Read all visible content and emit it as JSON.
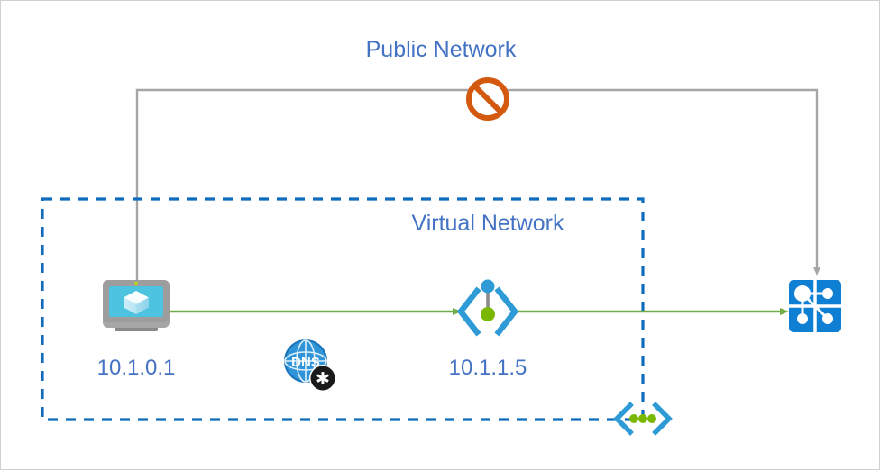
{
  "diagram": {
    "title_public": "Public Network",
    "title_vnet": "Virtual Network",
    "colors": {
      "label_blue": "#4472c4",
      "vnet_dash_blue": "#0f6cbd",
      "traffic_green": "#70ad47",
      "blocked_orange": "#d2590d",
      "connector_gray": "#a6a6a6",
      "azure_blue": "#0078d4",
      "vm_screen": "#4ec3e0",
      "canvas_border": "#d0d0d0"
    },
    "nodes": [
      {
        "id": "virtual-machine",
        "icon": "virtual-machine-icon",
        "label": "10.1.0.1"
      },
      {
        "id": "private-endpoint",
        "icon": "private-endpoint-icon",
        "label": "10.1.1.5"
      },
      {
        "id": "dns-private-zone",
        "icon": "dns-icon",
        "badge": "asterisk",
        "badge_glyph": "✱",
        "label": "DNS"
      },
      {
        "id": "azure-service",
        "icon": "azure-service-icon",
        "label": ""
      },
      {
        "id": "private-link",
        "icon": "private-link-icon",
        "label": ""
      }
    ],
    "connectors": [
      {
        "id": "vm-to-public-network",
        "style": "gray",
        "blocked": true,
        "block_icon": "prohibited-icon"
      },
      {
        "id": "public-network-to-service",
        "style": "gray-arrow"
      },
      {
        "id": "vm-to-private-endpoint",
        "style": "green-arrow"
      },
      {
        "id": "private-endpoint-to-service",
        "style": "green-arrow"
      }
    ]
  }
}
